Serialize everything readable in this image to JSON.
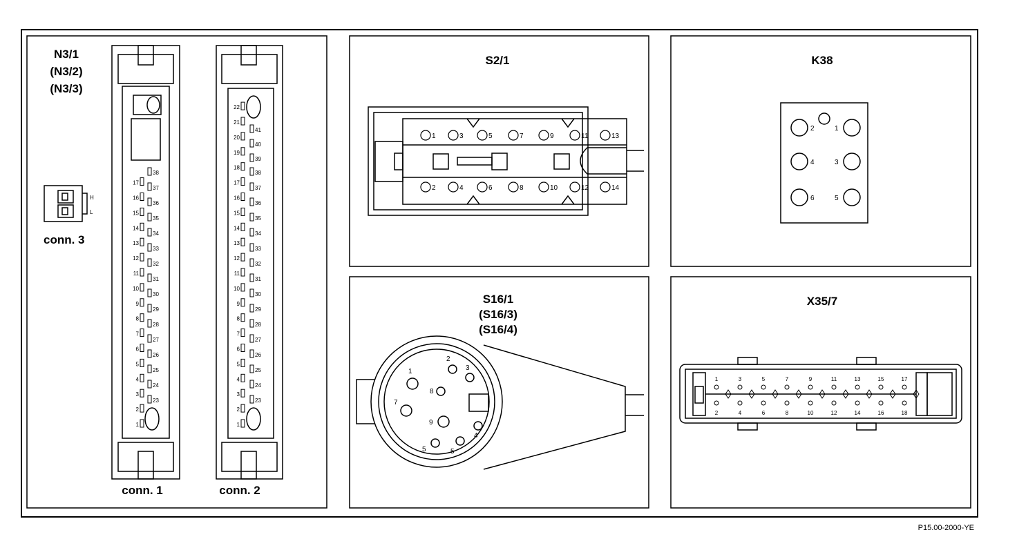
{
  "footer_code": "P15.00-2000-YE",
  "n3": {
    "titles": [
      "N3/1",
      "(N3/2)",
      "(N3/3)"
    ],
    "conn1_label": "conn. 1",
    "conn2_label": "conn. 2",
    "conn3_label": "conn. 3",
    "conn3_marks": [
      "H",
      "L"
    ]
  },
  "s21": {
    "title": "S2/1",
    "top_pins": [
      "1",
      "3",
      "5",
      "7",
      "9",
      "11",
      "13"
    ],
    "bottom_pins": [
      "2",
      "4",
      "6",
      "8",
      "10",
      "12",
      "14"
    ]
  },
  "k38": {
    "title": "K38",
    "pins": [
      "1",
      "2",
      "3",
      "4",
      "5",
      "6"
    ]
  },
  "s16": {
    "titles": [
      "S16/1",
      "(S16/3)",
      "(S16/4)"
    ],
    "pins": [
      "1",
      "2",
      "3",
      "4",
      "5",
      "5",
      "7",
      "8",
      "9"
    ]
  },
  "x357": {
    "title": "X35/7",
    "top_pins": [
      "1",
      "3",
      "5",
      "7",
      "9",
      "11",
      "13",
      "15",
      "17"
    ],
    "bottom_pins": [
      "2",
      "4",
      "6",
      "8",
      "10",
      "12",
      "14",
      "16",
      "18"
    ]
  }
}
